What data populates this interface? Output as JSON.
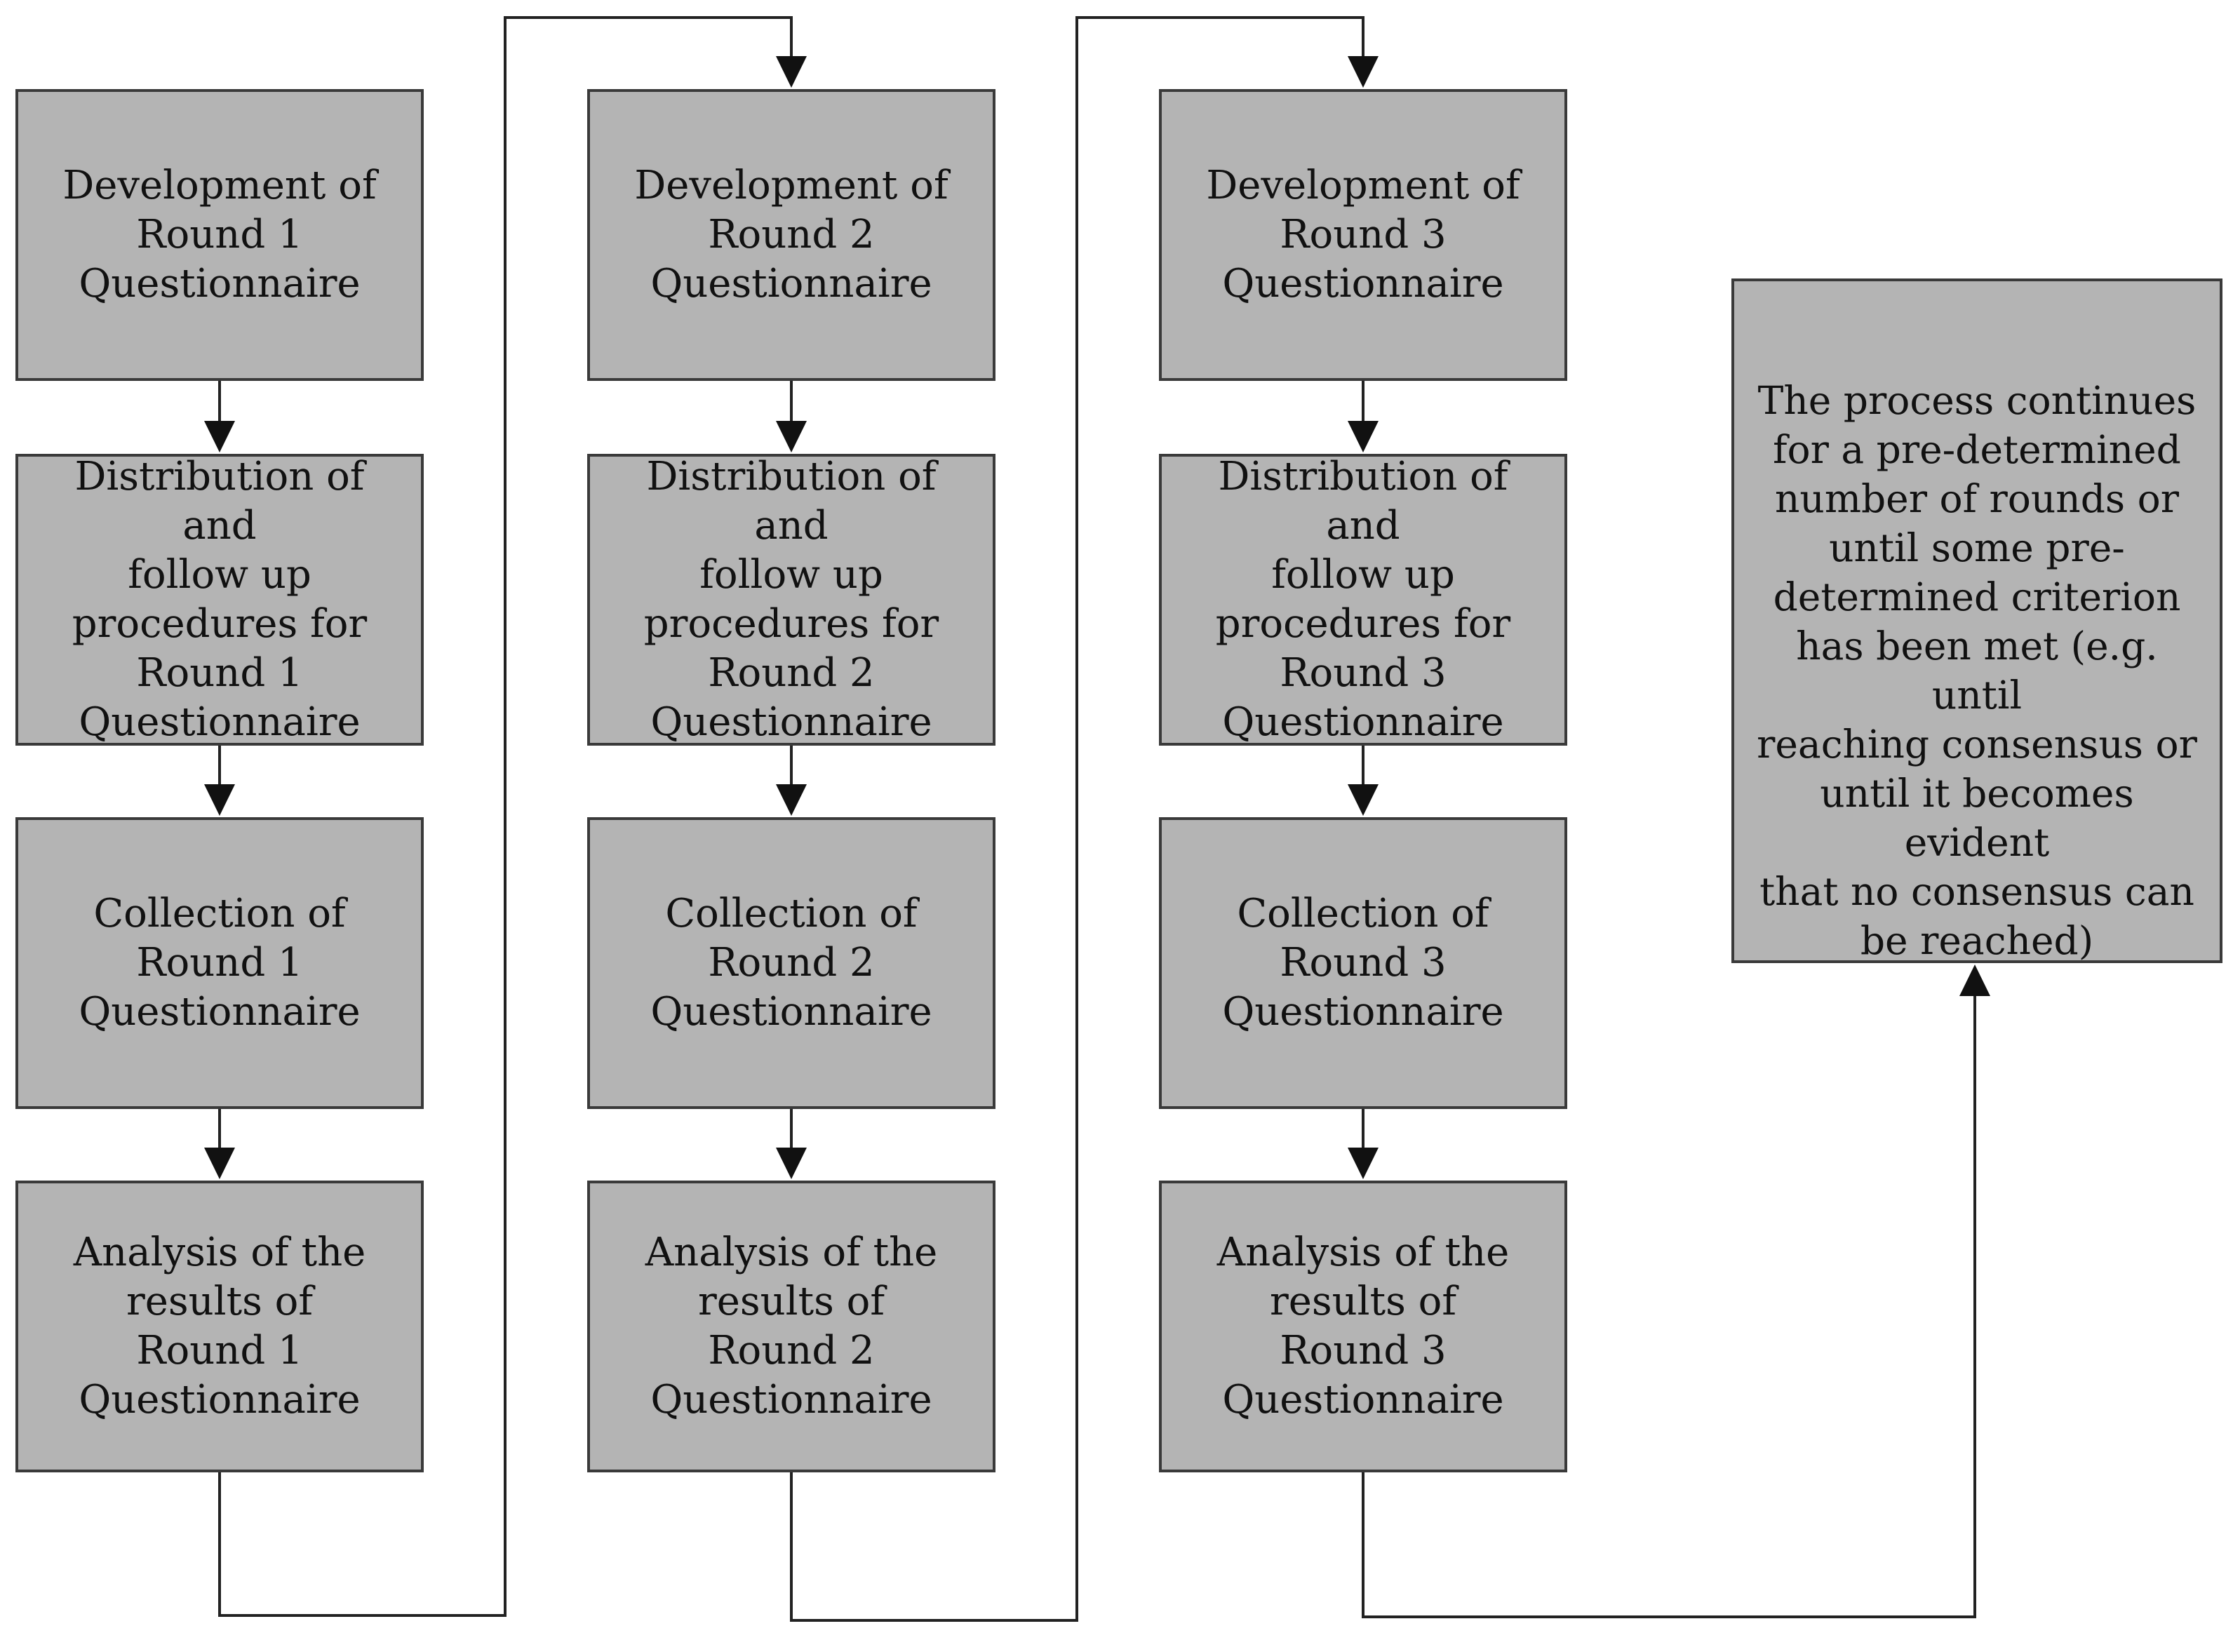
{
  "rounds": [
    {
      "development": "Development of\nRound 1\nQuestionnaire",
      "distribution": "Distribution of and\nfollow up\nprocedures for\nRound 1\nQuestionnaire",
      "collection": "Collection of\nRound 1\nQuestionnaire",
      "analysis": "Analysis of the\nresults of\nRound 1\nQuestionnaire"
    },
    {
      "development": "Development of\nRound 2\nQuestionnaire",
      "distribution": "Distribution of and\nfollow up\nprocedures for\nRound 2\nQuestionnaire",
      "collection": "Collection of\nRound 2\nQuestionnaire",
      "analysis": "Analysis of the\nresults of\nRound 2\nQuestionnaire"
    },
    {
      "development": "Development of\nRound 3\nQuestionnaire",
      "distribution": "Distribution of and\nfollow up\nprocedures for\nRound 3\nQuestionnaire",
      "collection": "Collection of\nRound 3\nQuestionnaire",
      "analysis": "Analysis of the\nresults of\nRound 3\nQuestionnaire"
    }
  ],
  "final_step": "The process continues\nfor a pre-determined\nnumber of rounds or\nuntil some pre-\ndetermined criterion\nhas been met (e.g. until\nreaching consensus or\nuntil it becomes evident\nthat no consensus can\nbe reached)",
  "colors": {
    "box_fill": "#b4b4b4",
    "box_border": "#3a3a3a",
    "connector": "#222222"
  }
}
